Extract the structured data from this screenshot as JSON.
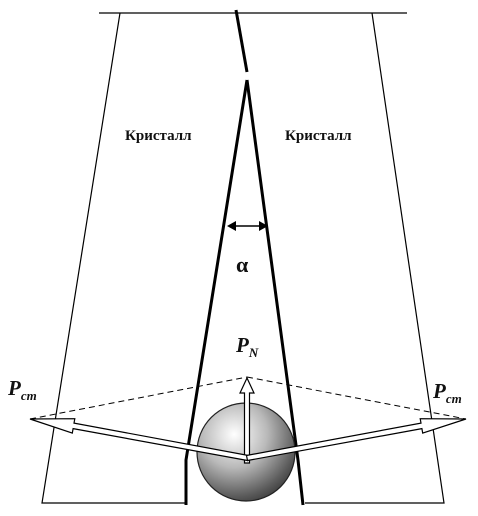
{
  "labels": {
    "crystal_left": "Кристалл",
    "crystal_right": "Кристалл",
    "alpha": "α",
    "force_normal_main": "P",
    "force_normal_sub": "N",
    "force_left_main": "P",
    "force_left_sub": "ст",
    "force_right_main": "P",
    "force_right_sub": "ст"
  }
}
